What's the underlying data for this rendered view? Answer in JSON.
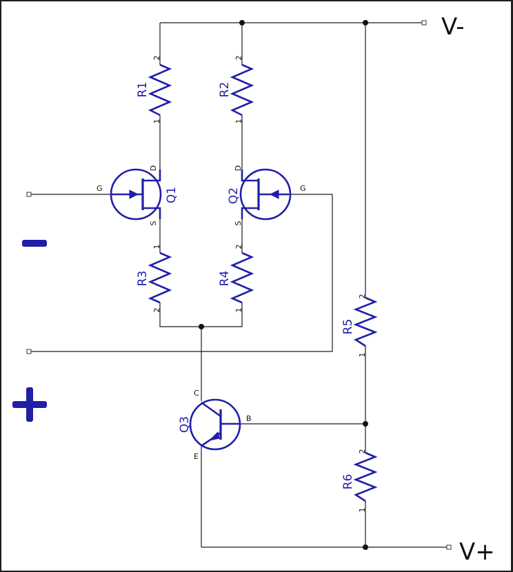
{
  "rails": {
    "negative": "V-",
    "positive": "V+"
  },
  "inputs": {
    "minus_sign": "−",
    "plus_sign": "+"
  },
  "components": {
    "R1": "R1",
    "R2": "R2",
    "R3": "R3",
    "R4": "R4",
    "R5": "R5",
    "R6": "R6",
    "Q1": "Q1",
    "Q2": "Q2",
    "Q3": "Q3"
  },
  "pins": {
    "one": "1",
    "two": "2",
    "gate": "G",
    "drain": "D",
    "source": "S",
    "collector": "C",
    "base": "B",
    "emitter": "E"
  },
  "colors": {
    "symbol": "#1f1fa8",
    "wire": "#1a1a1a",
    "background": "#ffffff",
    "frame": "#1e1e1e"
  }
}
